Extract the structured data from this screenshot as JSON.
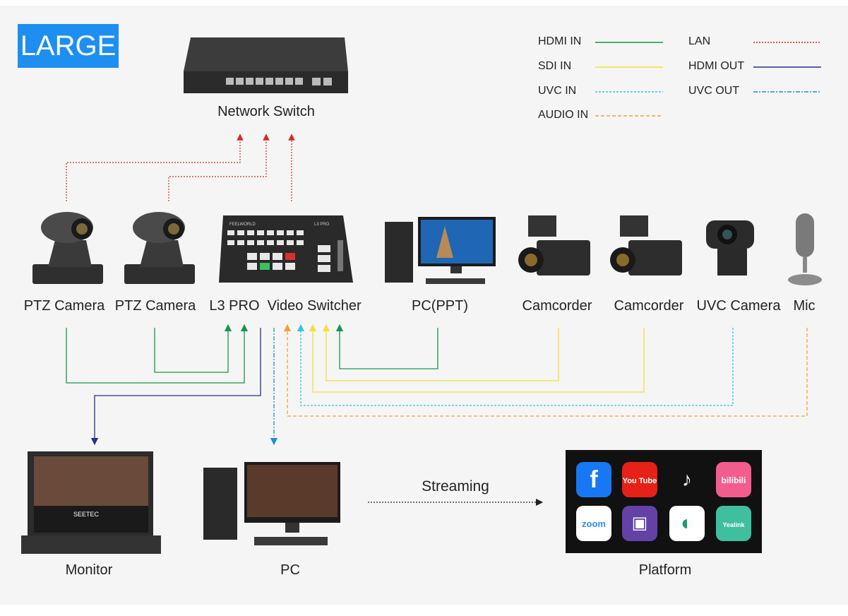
{
  "badge": "LARGE",
  "legend": {
    "hdmi_in": "HDMI IN",
    "sdi_in": "SDI IN",
    "uvc_in": "UVC IN",
    "audio_in": "AUDIO IN",
    "lan": "LAN",
    "hdmi_out": "HDMI OUT",
    "uvc_out": "UVC OUT"
  },
  "colors": {
    "hdmi_in": "#17964a",
    "sdi_in": "#f1e23a",
    "uvc_in": "#35c6dd",
    "audio_in": "#f0a23c",
    "lan": "#d42a2a",
    "hdmi_out": "#23318c",
    "uvc_out": "#1e8fd8",
    "badge": "#1c8ff0"
  },
  "devices": {
    "network_switch": "Network Switch",
    "ptz_camera_1": "PTZ Camera",
    "ptz_camera_2": "PTZ Camera",
    "switcher": "L3 PRO  Video Switcher",
    "pc_ppt": "PC(PPT)",
    "camcorder_1": "Camcorder",
    "camcorder_2": "Camcorder",
    "uvc_camera": "UVC Camera",
    "mic": "Mic",
    "monitor": "Monitor",
    "pc": "PC",
    "platform": "Platform"
  },
  "streaming_label": "Streaming",
  "monitor_brand": "SEETEC",
  "switcher_brand": "FEELWORLD",
  "switcher_model": "L3 PRO",
  "platform_apps": [
    {
      "name": "facebook",
      "label": "f",
      "color": "#1877f2"
    },
    {
      "name": "youtube",
      "label": "You Tube",
      "color": "#e62117"
    },
    {
      "name": "tiktok",
      "label": "♪",
      "color": "#111111"
    },
    {
      "name": "bilibili",
      "label": "bilibili",
      "color": "#f25d8e"
    },
    {
      "name": "zoom",
      "label": "zoom",
      "color": "#ffffff"
    },
    {
      "name": "twitch",
      "label": "▣",
      "color": "#6441a5"
    },
    {
      "name": "webex",
      "label": "◐",
      "color": "#ffffff"
    },
    {
      "name": "yealink",
      "label": "Yealink",
      "color": "#3fbf9e"
    }
  ]
}
